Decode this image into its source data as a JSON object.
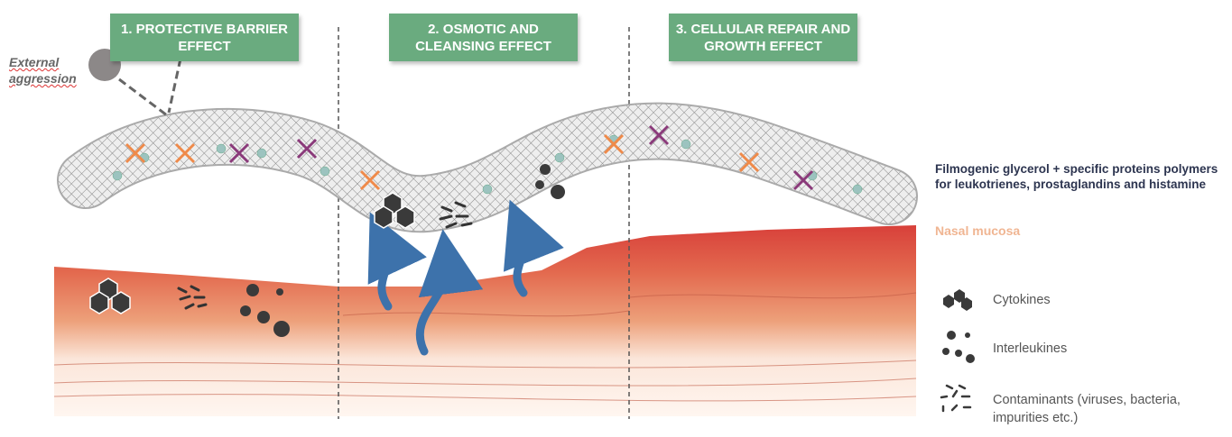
{
  "steps": [
    {
      "label": "1. PROTECTIVE BARRIER EFFECT"
    },
    {
      "label": "2. OSMOTIC AND CLEANSING EFFECT"
    },
    {
      "label": "3. CELLULAR REPAIR AND GROWTH EFFECT"
    }
  ],
  "external_aggression": "External aggression",
  "film_label": "Filmogenic glycerol + specific proteins polymers for leukotrienes, prostaglandins and histamine",
  "mucosa_label": "Nasal mucosa",
  "legend": [
    {
      "icon": "cytokines-icon",
      "label": "Cytokines"
    },
    {
      "icon": "interleukines-icon",
      "label": "Interleukines"
    },
    {
      "icon": "contaminants-icon",
      "label": "Contaminants (viruses, bacteria, impurities etc.)"
    }
  ],
  "colors": {
    "box": "#6aab7f",
    "arrow": "#3d72ab",
    "film_text": "#2d3550",
    "mucosa_text": "#f0b592"
  }
}
